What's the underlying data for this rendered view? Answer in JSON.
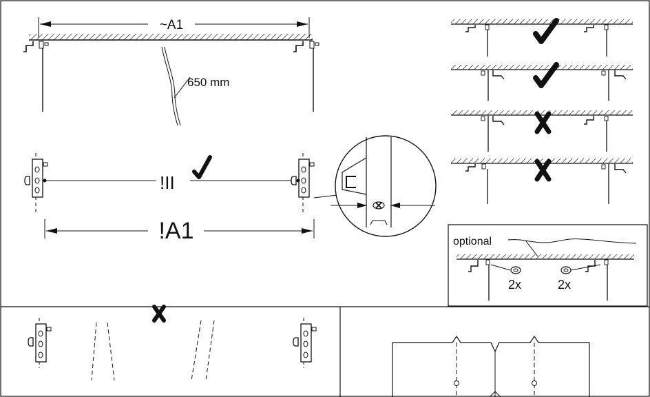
{
  "top_panel": {
    "dimension_label": "~A1",
    "cable_length_label": "650 mm"
  },
  "middle_panel": {
    "parallel_label": "!II",
    "dimension_label": "!A1"
  },
  "optional_panel": {
    "title": "optional",
    "left_count": "2x",
    "right_count": "2x"
  },
  "orientation_panel": {
    "rows": [
      {
        "status": "correct",
        "symbol": "✔"
      },
      {
        "status": "correct",
        "symbol": "✔"
      },
      {
        "status": "wrong",
        "symbol": "✘"
      },
      {
        "status": "wrong",
        "symbol": "✘"
      }
    ]
  },
  "bottom_left_panel": {
    "status": "wrong",
    "symbol": "✘"
  },
  "colors": {
    "line": "#111111",
    "mark": "#111111"
  }
}
